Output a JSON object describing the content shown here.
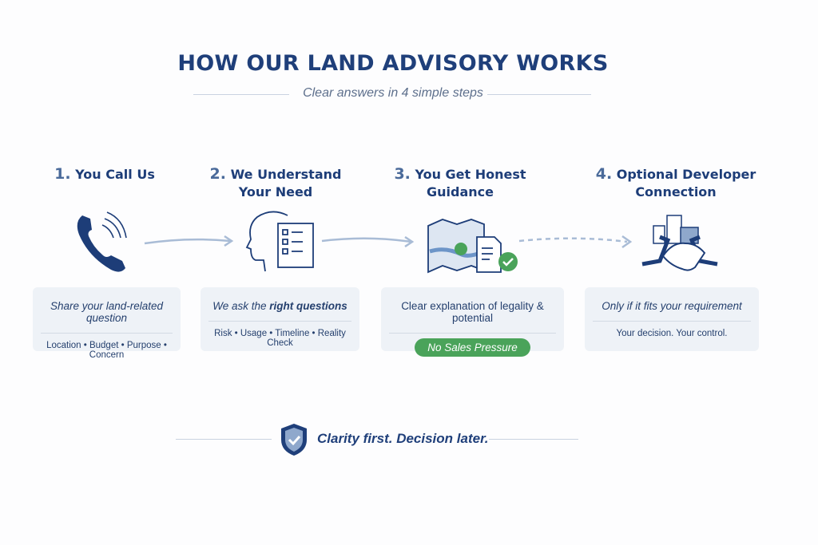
{
  "header": {
    "title": "HOW OUR LAND ADVISORY WORKS",
    "subtitle": "Clear answers in 4 simple steps"
  },
  "steps": [
    {
      "number": "1.",
      "title_line1": "You Call Us",
      "title_line2": "",
      "icon": "phone-icon",
      "main": "Share your land-related question",
      "sub": "Location • Budget • Purpose • Concern"
    },
    {
      "number": "2.",
      "title_line1": "We Understand",
      "title_line2": "Your Need",
      "icon": "head-checklist-icon",
      "main_prefix": "We ask the ",
      "main_bold": "right questions",
      "sub": "Risk • Usage • Timeline • Reality Check"
    },
    {
      "number": "3.",
      "title_line1": "You Get Honest",
      "title_line2": "Guidance",
      "icon": "map-document-check-icon",
      "main": "Clear explanation of legality & potential",
      "badge": "No Sales Pressure"
    },
    {
      "number": "4.",
      "title_line1": "Optional Developer",
      "title_line2": "Connection",
      "icon": "handshake-buildings-icon",
      "main": "Only if it fits your requirement",
      "sub": "Your decision. Your control."
    }
  ],
  "footer": {
    "text": "Clarity first. Decision later.",
    "icon": "shield-check-icon"
  },
  "colors": {
    "primary": "#1f3f7a",
    "accent_green": "#4aa35a",
    "card_bg": "#eef2f7",
    "arrow": "#a9bcd6"
  }
}
